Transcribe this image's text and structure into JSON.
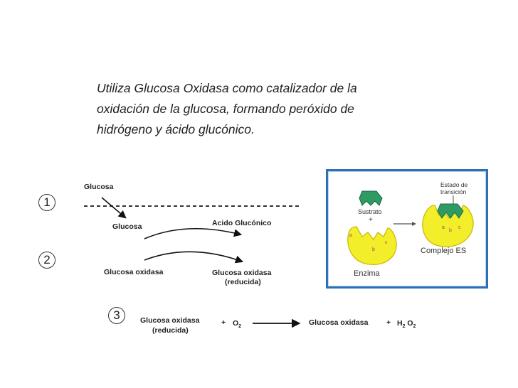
{
  "paragraph": {
    "lines": [
      "Utiliza Glucosa Oxidasa como catalizador de la",
      "oxidación de la glucosa, formando peróxido de",
      "hidrógeno y ácido glucónico."
    ]
  },
  "scheme": {
    "step1": "1",
    "step2": "2",
    "step3": "3",
    "glucosa_top": "Glucosa",
    "glucosa": "Glucosa",
    "acido_gluconico": "Acido Glucónico",
    "glucosa_oxidasa": "Glucosa oxidasa",
    "glucosa_oxidasa_red": "Glucosa oxidasa",
    "reducida": "(reducida)",
    "eq_reactant": "Glucosa oxidasa",
    "eq_reactant_sub": "(reducida)",
    "plus1": "+",
    "o2": "O",
    "o2_sub": "2",
    "eq_product": "Glucosa oxidasa",
    "plus2": "+",
    "h2o2_h": "H",
    "h2o2_sub1": "2",
    "h2o2_o": "O",
    "h2o2_sub2": "2"
  },
  "enzyme_panel": {
    "estado_line1": "Estado de",
    "estado_line2": "transición",
    "sustrato": "Sustrato",
    "plus": "+",
    "enzima": "Enzima",
    "complejo": "Complejo ES",
    "site_a": "a",
    "site_b": "b",
    "site_c": "c",
    "colors": {
      "enzyme_fill": "#f2ee2a",
      "substrate_fill": "#2f9a62",
      "frame": "#2f6fb6"
    }
  }
}
